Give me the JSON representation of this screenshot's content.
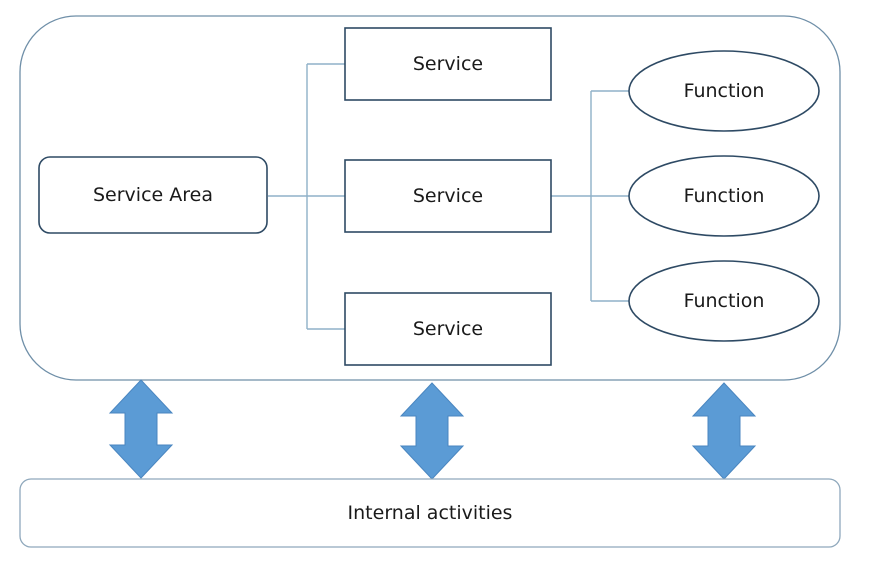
{
  "diagram": {
    "service_area": {
      "label": "Service Area"
    },
    "services": [
      {
        "label": "Service"
      },
      {
        "label": "Service"
      },
      {
        "label": "Service"
      }
    ],
    "functions": [
      {
        "label": "Function"
      },
      {
        "label": "Function"
      },
      {
        "label": "Function"
      }
    ],
    "internal_activities": {
      "label": "Internal activities"
    },
    "colors": {
      "box_border": "#2E4A64",
      "container_border": "#6F8FA8",
      "connector": "#8FB1C8",
      "arrow_fill": "#5B9BD5",
      "background": "#ffffff"
    }
  }
}
